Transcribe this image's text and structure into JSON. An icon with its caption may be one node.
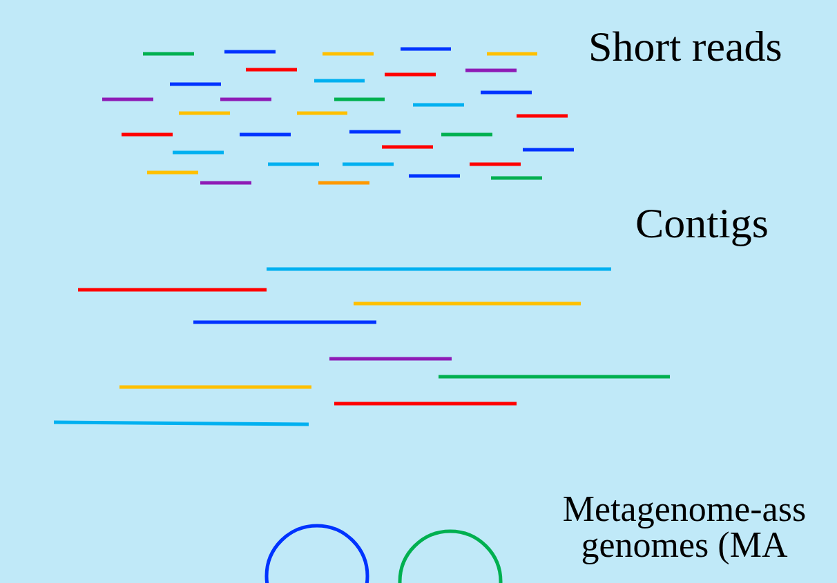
{
  "diagram": {
    "labels": [
      "Short reads",
      "Contigs",
      "Metagenome-ass genomes (MA"
    ]
  }
}
